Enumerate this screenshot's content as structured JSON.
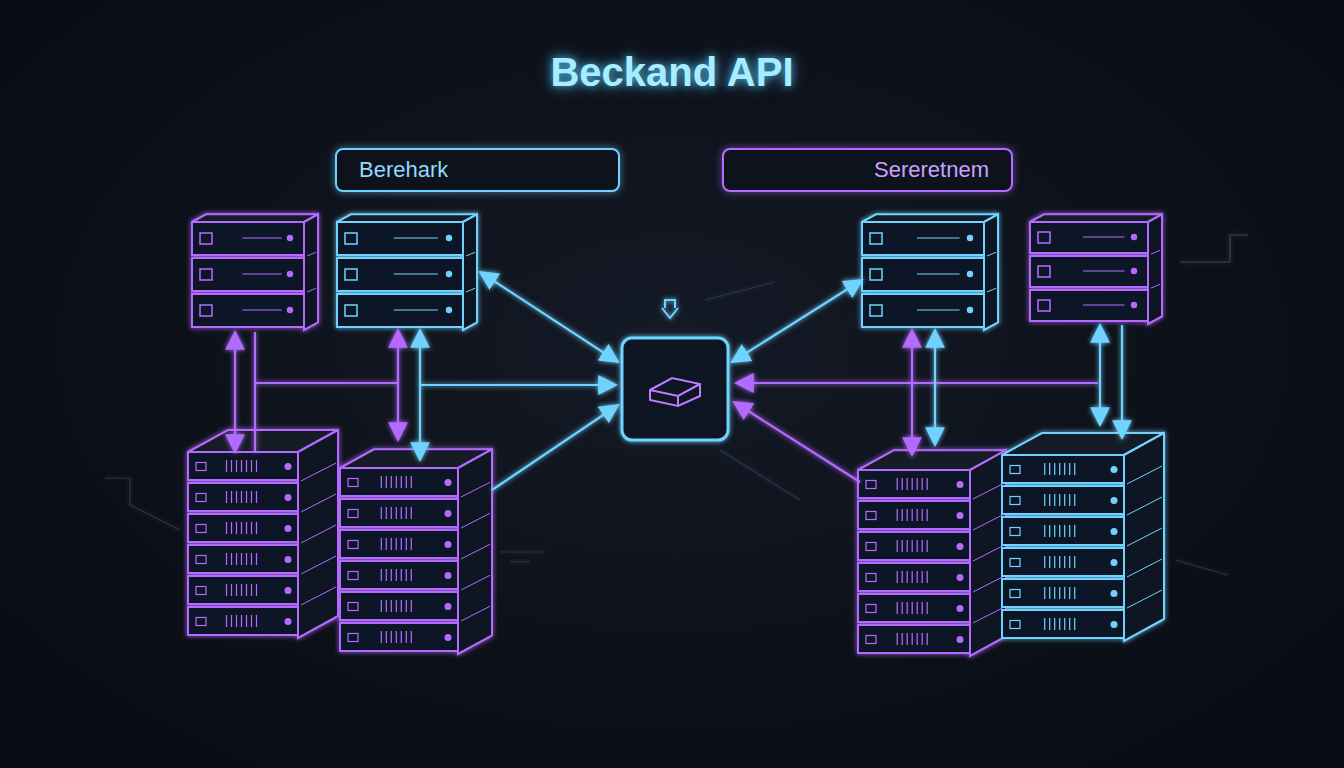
{
  "diagram": {
    "title": "Beckand API",
    "nodes": [
      {
        "text": [
          "Berehark"
        ]
      },
      {
        "text": [
          "Sereretnem"
        ]
      }
    ]
  }
}
